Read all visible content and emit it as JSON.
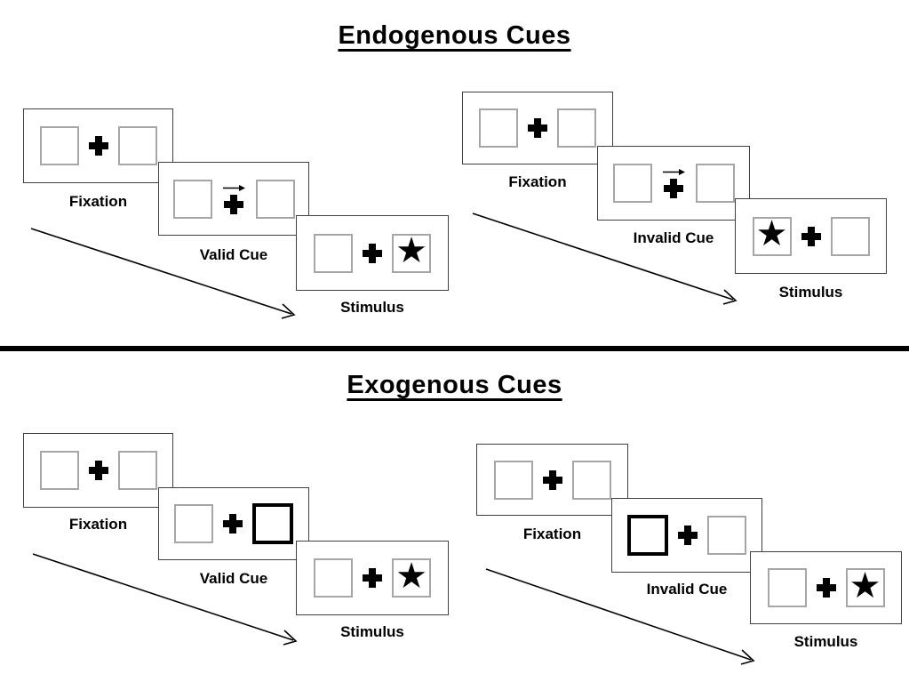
{
  "glyphs": {
    "star": "★"
  },
  "colors": {
    "panel_border": "#404040",
    "placeholder_border": "#a6a6a6",
    "cue_border": "#000000",
    "divider": "#000000",
    "text": "#000000"
  },
  "sections": [
    {
      "title": "Endogenous Cues",
      "trials": [
        {
          "frames": [
            {
              "label": "Fixation"
            },
            {
              "label": "Valid Cue"
            },
            {
              "label": "Stimulus"
            }
          ]
        },
        {
          "frames": [
            {
              "label": "Fixation"
            },
            {
              "label": "Invalid Cue"
            },
            {
              "label": "Stimulus"
            }
          ]
        }
      ]
    },
    {
      "title": "Exogenous Cues",
      "trials": [
        {
          "frames": [
            {
              "label": "Fixation"
            },
            {
              "label": "Valid Cue"
            },
            {
              "label": "Stimulus"
            }
          ]
        },
        {
          "frames": [
            {
              "label": "Fixation"
            },
            {
              "label": "Invalid Cue"
            },
            {
              "label": "Stimulus"
            }
          ]
        }
      ]
    }
  ]
}
